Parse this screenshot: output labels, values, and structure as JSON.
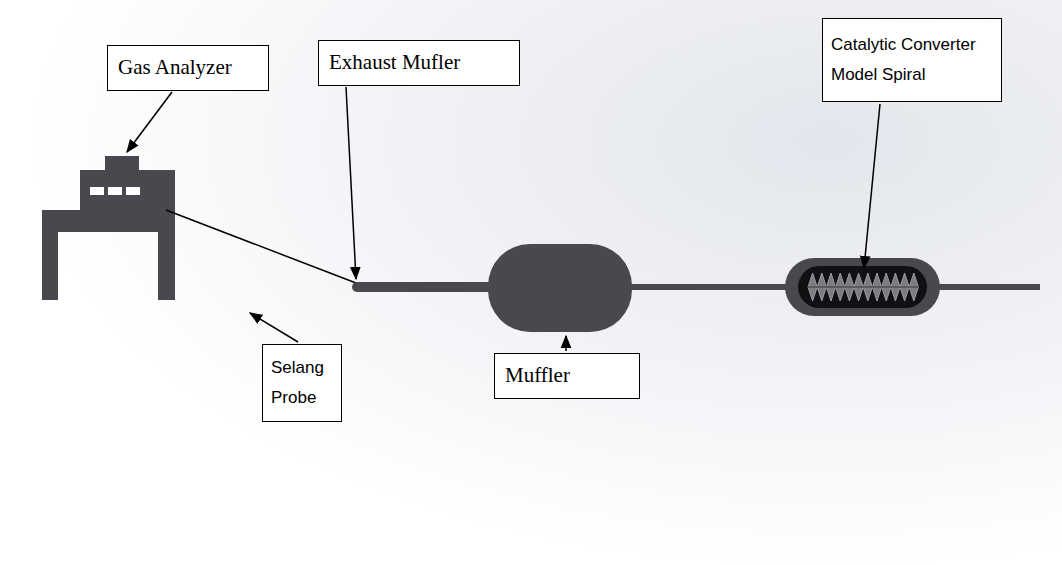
{
  "diagram": {
    "nodes": [
      {
        "text": [
          "Gas Analyzer"
        ]
      },
      {
        "text": [
          "Exhaust Mufler"
        ]
      },
      {
        "text": [
          "Catalytic Converter Model Spiral"
        ]
      },
      {
        "text": [
          "Selang Probe"
        ]
      },
      {
        "text": [
          "Muffler"
        ]
      }
    ]
  }
}
